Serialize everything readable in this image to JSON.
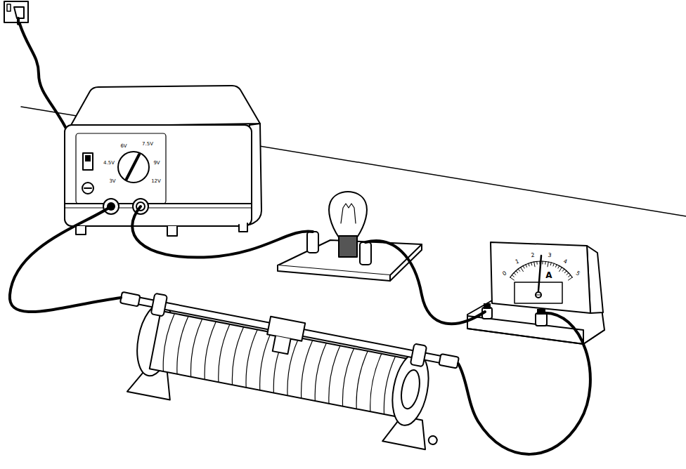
{
  "diagram": {
    "labels": [
      "3V",
      "4.5V",
      "6V",
      "7.5V",
      "9V",
      "12V",
      "0",
      "1",
      "2",
      "3",
      "4",
      "5",
      "A"
    ]
  }
}
